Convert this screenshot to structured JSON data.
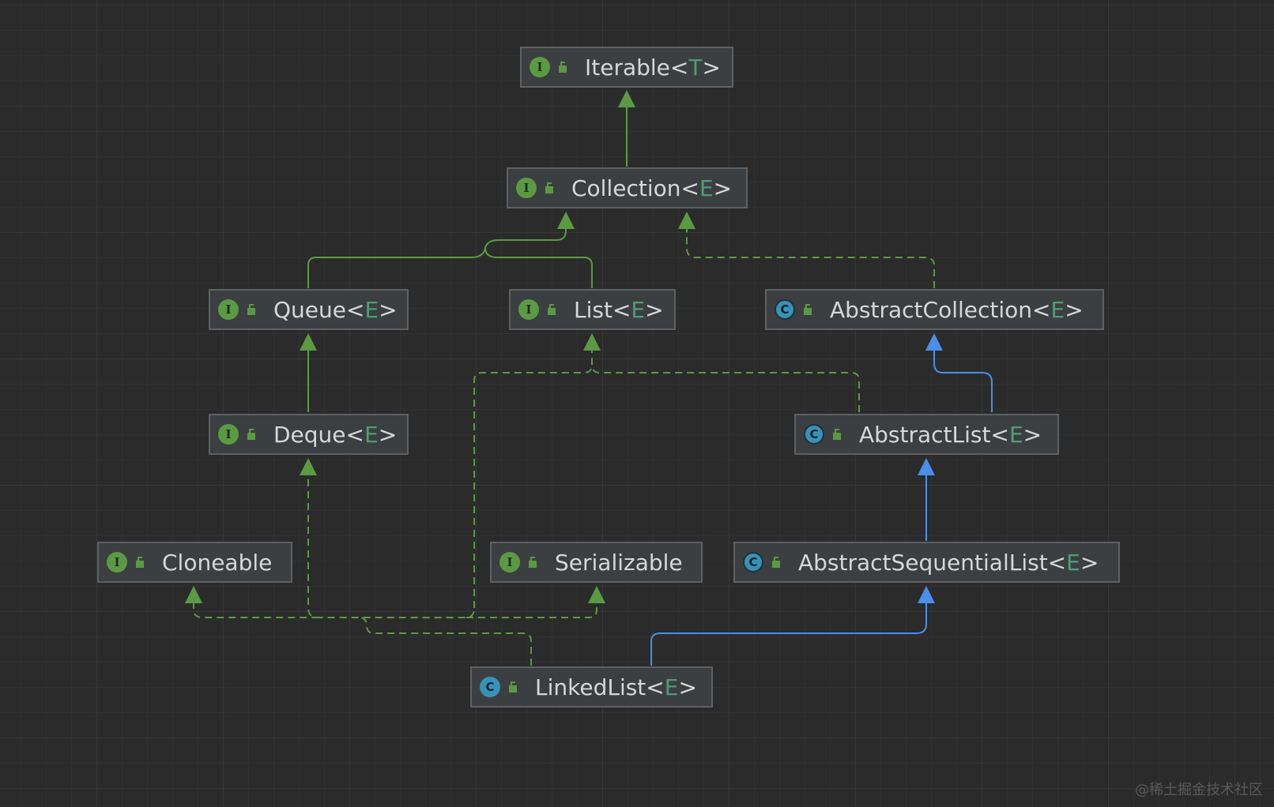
{
  "diagram": {
    "colors": {
      "background": "#2b2b2b",
      "node_fill": "#3c3f41",
      "node_border": "#5e6164",
      "interface_badge": "#5b9a43",
      "class_badge": "#3892b8",
      "extends_arrow": "#4a90e8",
      "interface_arrow": "#5b9a43",
      "type_param": "#4e9e76",
      "text": "#d5d7d9"
    },
    "nodes": {
      "iterable": {
        "name": "Iterable",
        "lt": "<",
        "tparam": "T",
        "gt": ">",
        "kind": "interface",
        "badge": "I"
      },
      "collection": {
        "name": "Collection",
        "lt": "<",
        "tparam": "E",
        "gt": ">",
        "kind": "interface",
        "badge": "I"
      },
      "queue": {
        "name": "Queue",
        "lt": "<",
        "tparam": "E",
        "gt": ">",
        "kind": "interface",
        "badge": "I"
      },
      "list": {
        "name": "List",
        "lt": "<",
        "tparam": "E",
        "gt": ">",
        "kind": "interface",
        "badge": "I"
      },
      "abstract_collection": {
        "name": "AbstractCollection",
        "lt": "<",
        "tparam": "E",
        "gt": ">",
        "kind": "abstract-class",
        "badge": "C"
      },
      "deque": {
        "name": "Deque",
        "lt": "<",
        "tparam": "E",
        "gt": ">",
        "kind": "interface",
        "badge": "I"
      },
      "abstract_list": {
        "name": "AbstractList",
        "lt": "<",
        "tparam": "E",
        "gt": ">",
        "kind": "abstract-class",
        "badge": "C"
      },
      "cloneable": {
        "name": "Cloneable",
        "kind": "interface",
        "badge": "I"
      },
      "serializable": {
        "name": "Serializable",
        "kind": "interface",
        "badge": "I"
      },
      "abstract_sequential_list": {
        "name": "AbstractSequentialList",
        "lt": "<",
        "tparam": "E",
        "gt": ">",
        "kind": "abstract-class",
        "badge": "C"
      },
      "linked_list": {
        "name": "LinkedList",
        "lt": "<",
        "tparam": "E",
        "gt": ">",
        "kind": "class",
        "badge": "C"
      }
    },
    "edges": [
      {
        "from": "collection",
        "to": "iterable",
        "type": "extends"
      },
      {
        "from": "queue",
        "to": "collection",
        "type": "extends"
      },
      {
        "from": "list",
        "to": "collection",
        "type": "extends"
      },
      {
        "from": "abstract_collection",
        "to": "collection",
        "type": "implements"
      },
      {
        "from": "deque",
        "to": "queue",
        "type": "extends"
      },
      {
        "from": "abstract_list",
        "to": "abstract_collection",
        "type": "extends"
      },
      {
        "from": "abstract_list",
        "to": "list",
        "type": "implements"
      },
      {
        "from": "abstract_sequential_list",
        "to": "abstract_list",
        "type": "extends"
      },
      {
        "from": "linked_list",
        "to": "abstract_sequential_list",
        "type": "extends"
      },
      {
        "from": "linked_list",
        "to": "list",
        "type": "implements"
      },
      {
        "from": "linked_list",
        "to": "deque",
        "type": "implements"
      },
      {
        "from": "linked_list",
        "to": "cloneable",
        "type": "implements"
      },
      {
        "from": "linked_list",
        "to": "serializable",
        "type": "implements"
      }
    ]
  },
  "watermark": "@稀土掘金技术社区"
}
